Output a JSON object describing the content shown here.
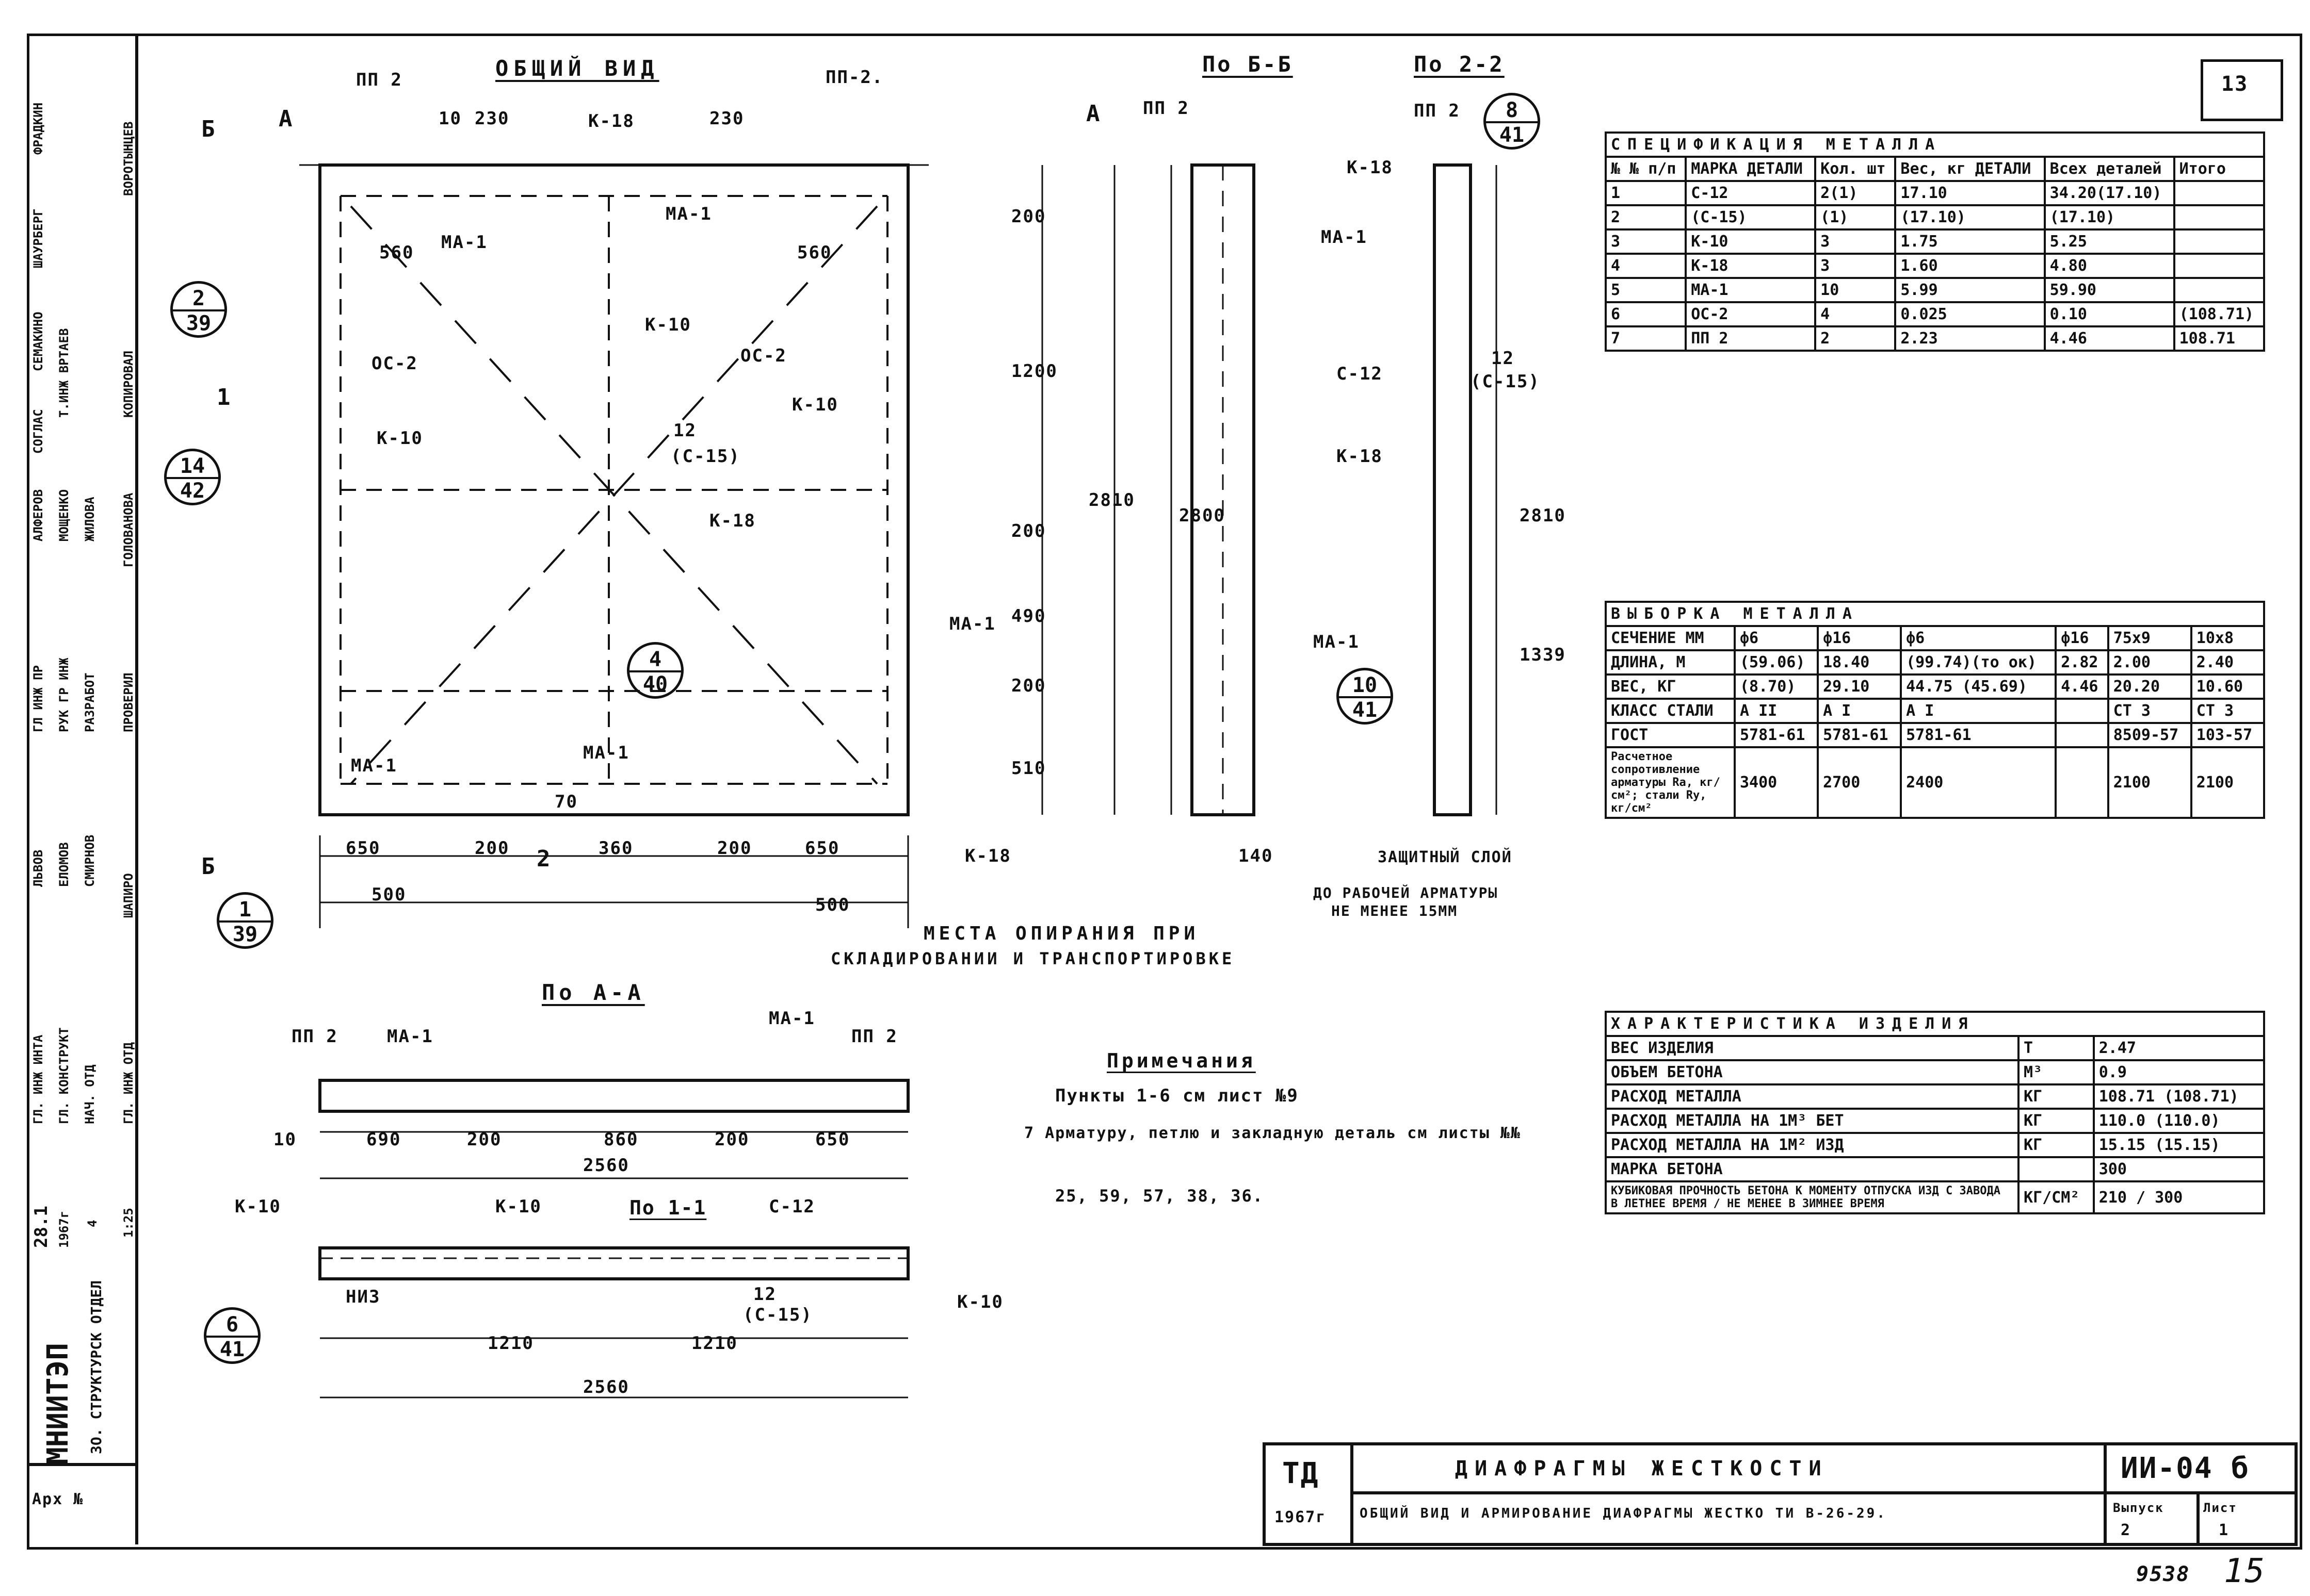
{
  "sheet": {
    "corner_number": "13",
    "stamp_ta": "ТД",
    "year": "1967г",
    "title": "ДИАФРАГМЫ ЖЕСТКОСТИ",
    "subtitle": "ОБЩИЙ ВИД И АРМИРОВАНИЕ ДИАФРАГМЫ ЖЕСТКО ТИ В-26-29.",
    "series_code": "ИИ-04 б",
    "issue_label": "Выпуск",
    "issue_value": "2",
    "sheet_label": "Лист",
    "sheet_value": "1",
    "archive_number": "9538",
    "handwritten_page": "15",
    "left_org": "МНИИТЭП",
    "left_dept": "ЗО. СТРУКТУРСК ОТДЕЛ",
    "left_archive": "Арх №"
  },
  "views": {
    "general_view": "ОБЩИЙ ВИД",
    "section_bb": "По Б-Б",
    "section_22": "По 2-2",
    "section_aa": "По А-А",
    "section_11": "По 1-1",
    "support_note_1": "МЕСТА ОПИРАНИЯ ПРИ",
    "support_note_2": "СКЛАДИРОВАНИИ И ТРАНСПОРТИРОВКЕ",
    "protective_layer_1": "ЗАЩИТНЫЙ СЛОЙ",
    "protective_layer_2": "ДО РАБОЧЕЙ АРМАТУРЫ",
    "protective_layer_3": "НЕ МЕНЕЕ 15ММ"
  },
  "labels": {
    "pp2": "ПП 2",
    "pp2b": "ПП-2.",
    "ma1": "МА-1",
    "k18": "К-18",
    "k10": "К-10",
    "oc2": "ОС-2",
    "c12": "С-12",
    "c12_15": "(С-15)",
    "c12_pair": "12",
    "niz": "НИЗ",
    "A": "А",
    "B": "Б",
    "one": "1",
    "two": "2"
  },
  "dims": {
    "d10": "10",
    "d230": "230",
    "d560": "560",
    "d860": "860",
    "d690": "690",
    "d650": "650",
    "d200": "200",
    "d360": "360",
    "d500": "500",
    "d2560": "2560",
    "d1210": "1210",
    "d70": "70",
    "d1200": "1200",
    "d490": "490",
    "d510": "510",
    "d2810": "2810",
    "d2800": "2800",
    "d140": "140",
    "d1339": "1339",
    "d140b": "140"
  },
  "callouts": [
    {
      "top": "2",
      "bottom": "39"
    },
    {
      "top": "14",
      "bottom": "42"
    },
    {
      "top": "1",
      "bottom": "39"
    },
    {
      "top": "4",
      "bottom": "40"
    },
    {
      "top": "6",
      "bottom": "41"
    },
    {
      "top": "8",
      "bottom": "41"
    },
    {
      "top": "10",
      "bottom": "41"
    }
  ],
  "notes": {
    "title": "Примечания",
    "line1": "Пункты 1-6  см лист №9",
    "line2": "7 Арматуру, петлю и закладную деталь см листы №№",
    "line3": "25, 59, 57, 38, 36."
  },
  "spec_table": {
    "title": "СПЕЦИФИКАЦИЯ МЕТАЛЛА",
    "headers": [
      "№ № п/п",
      "МАРКА ДЕТАЛИ",
      "Кол. шт",
      "Вес, кг ДЕТАЛИ",
      "Всех деталей",
      "Итого"
    ],
    "rows": [
      [
        "1",
        "С-12",
        "2(1)",
        "17.10",
        "34.20(17.10)",
        ""
      ],
      [
        "2",
        "(С-15)",
        "(1)",
        "(17.10)",
        "(17.10)",
        ""
      ],
      [
        "3",
        "К-10",
        "3",
        "1.75",
        "5.25",
        ""
      ],
      [
        "4",
        "К-18",
        "3",
        "1.60",
        "4.80",
        ""
      ],
      [
        "5",
        "МА-1",
        "10",
        "5.99",
        "59.90",
        ""
      ],
      [
        "6",
        "ОС-2",
        "4",
        "0.025",
        "0.10",
        "(108.71)"
      ],
      [
        "7",
        "ПП 2",
        "2",
        "2.23",
        "4.46",
        "108.71"
      ]
    ]
  },
  "selection_table": {
    "title": "ВЫБОРКА МЕТАЛЛА",
    "headers": [
      "СЕЧЕНИЕ ММ",
      "ф6",
      "ф16",
      "ф6",
      "ф16",
      "75х9",
      "10х8"
    ],
    "rows": [
      [
        "ДЛИНА, М",
        "(59.06)",
        "18.40",
        "(99.74)(то ок)",
        "2.82",
        "2.00",
        "2.40"
      ],
      [
        "ВЕС, КГ",
        "(8.70)",
        "29.10",
        "44.75 (45.69)",
        "4.46",
        "20.20",
        "10.60"
      ],
      [
        "КЛАСС СТАЛИ",
        "А II",
        "А I",
        "А I",
        "",
        "СТ 3",
        "СТ 3"
      ],
      [
        "ГОСТ",
        "5781-61",
        "5781-61",
        "5781-61",
        "",
        "8509-57",
        "103-57"
      ],
      [
        "Расчетное сопротивление арматуры Ra, кг/см²; стали Ry, кг/см²",
        "3400",
        "2700",
        "2400",
        "",
        "2100",
        "2100"
      ]
    ]
  },
  "char_table": {
    "title": "ХАРАКТЕРИСТИКА ИЗДЕЛИЯ",
    "rows": [
      [
        "ВЕС ИЗДЕЛИЯ",
        "Т",
        "2.47"
      ],
      [
        "ОБЪЕМ БЕТОНА",
        "М³",
        "0.9"
      ],
      [
        "РАСХОД МЕТАЛЛА",
        "КГ",
        "108.71 (108.71)"
      ],
      [
        "РАСХОД МЕТАЛЛА НА 1М³ БЕТ",
        "КГ",
        "110.0 (110.0)"
      ],
      [
        "РАСХОД МЕТАЛЛА НА 1М² ИЗД",
        "КГ",
        "15.15 (15.15)"
      ],
      [
        "МАРКА БЕТОНА",
        "",
        "300"
      ],
      [
        "КУБИКОВАЯ ПРОЧНОСТЬ БЕТОНА К МОМЕНТУ ОТПУСКА ИЗД С ЗАВОДА В ЛЕТНЕЕ ВРЕМЯ / НЕ МЕНЕЕ В ЗИМНЕЕ ВРЕМЯ",
        "КГ/СМ²",
        "210 / 300"
      ]
    ]
  },
  "title_block_left": [
    "ФРАДКИН",
    "ШАУРБЕРГ",
    "ВОРОТЫНЦЕВ",
    "СЕМАКИНО",
    "Т.ИНЖ ВРТАЕВ",
    "КОПИРОВАЛ",
    "СОГЛАС",
    "АЛФЕРОВ",
    "МОЩЕНКО",
    "ЖИЛОВА",
    "ГОЛОВАНОВА",
    "ГЛ ИНЖ ПР",
    "РУК ГР ИНЖ",
    "РАЗРАБОТ",
    "ПРОВЕРИЛ",
    "ЛЬВОВ",
    "ЕЛОМОВ",
    "СМИРНОВ",
    "ШАПИРО",
    "ГЛ. ИНЖ ИНТА",
    "ГЛ. КОНСТРУКТ",
    "НАЧ. ОТД",
    "ГЛ. ИНЖ ОТД",
    "28.1",
    "1967г",
    "4",
    "1:25"
  ]
}
